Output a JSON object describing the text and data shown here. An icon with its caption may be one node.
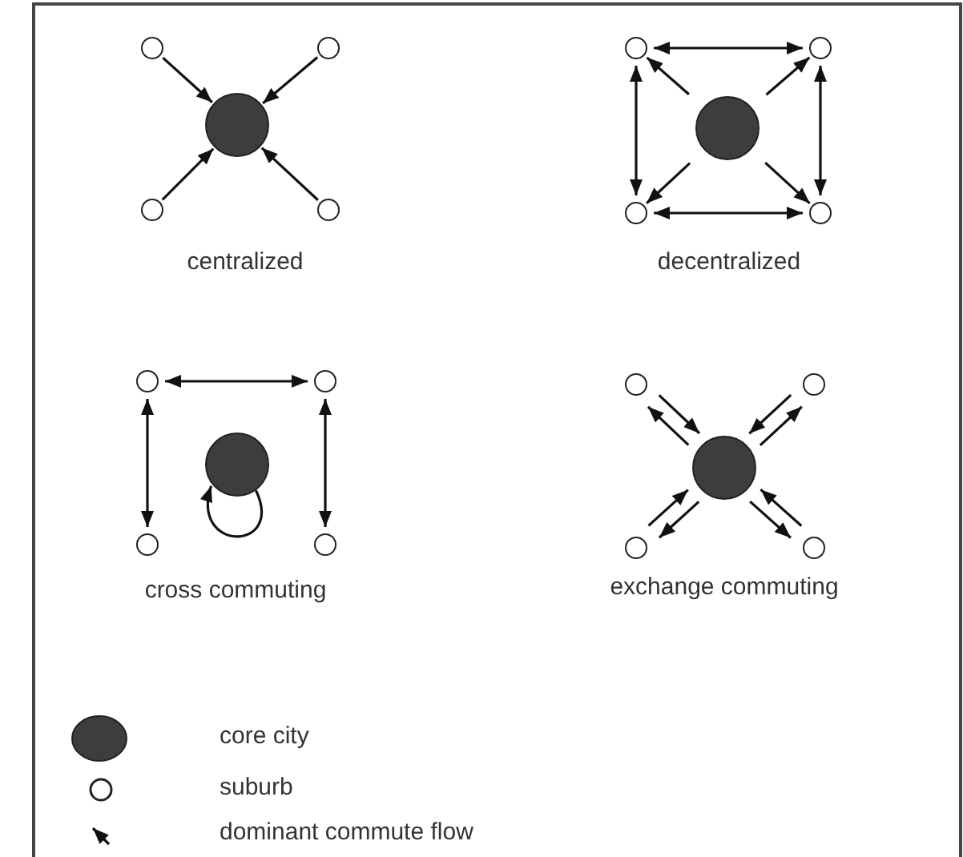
{
  "diagram": {
    "nodes": [
      {
        "text": [],
        "shape": "circle"
      },
      {
        "text": [],
        "shape": "circle"
      },
      {
        "text": [],
        "shape": "circle"
      },
      {
        "text": [],
        "shape": "circle"
      },
      {
        "text": [],
        "shape": "circle"
      },
      {
        "text": [],
        "shape": "circle"
      },
      {
        "text": [],
        "shape": "circle"
      },
      {
        "text": [],
        "shape": "circle"
      },
      {
        "text": [],
        "shape": "circle"
      },
      {
        "text": [],
        "shape": "circle"
      },
      {
        "text": [],
        "shape": "circle"
      },
      {
        "text": [],
        "shape": "circle"
      },
      {
        "text": [],
        "shape": "circle"
      },
      {
        "text": [],
        "shape": "circle"
      },
      {
        "text": [],
        "shape": "circle"
      },
      {
        "text": [],
        "shape": "circle"
      },
      {
        "text": [],
        "shape": "circle"
      },
      {
        "text": [],
        "shape": "circle"
      },
      {
        "text": [],
        "shape": "circle"
      },
      {
        "text": [],
        "shape": "circle"
      }
    ],
    "edges": [
      {
        "from": 0,
        "to": 2,
        "arrow": "to"
      },
      {
        "from": 1,
        "to": 2,
        "arrow": "to"
      },
      {
        "from": 3,
        "to": 2,
        "arrow": "to"
      },
      {
        "from": 4,
        "to": 2,
        "arrow": "to"
      },
      {
        "from": 5,
        "to": 6,
        "arrow": "both"
      },
      {
        "from": 7,
        "to": 5,
        "arrow": "to"
      },
      {
        "from": 7,
        "to": 6,
        "arrow": "to"
      },
      {
        "from": 5,
        "to": 8,
        "arrow": "both"
      },
      {
        "from": 6,
        "to": 9,
        "arrow": "both"
      },
      {
        "from": 7,
        "to": 8,
        "arrow": "to"
      },
      {
        "from": 7,
        "to": 9,
        "arrow": "to"
      },
      {
        "from": 8,
        "to": 9,
        "arrow": "both"
      },
      {
        "from": 10,
        "to": 11,
        "arrow": "both"
      },
      {
        "from": 10,
        "to": 13,
        "arrow": "both"
      },
      {
        "from": 11,
        "to": 14,
        "arrow": "both"
      },
      {
        "from": 12,
        "to": 12,
        "arrow": "to"
      },
      {
        "from": 15,
        "to": 17,
        "arrow": "to"
      },
      {
        "from": 17,
        "to": 15,
        "arrow": "to"
      },
      {
        "from": 16,
        "to": 17,
        "arrow": "to"
      },
      {
        "from": 17,
        "to": 16,
        "arrow": "to"
      },
      {
        "from": 18,
        "to": 17,
        "arrow": "to"
      },
      {
        "from": 17,
        "to": 18,
        "arrow": "to"
      },
      {
        "from": 19,
        "to": 17,
        "arrow": "to"
      },
      {
        "from": 17,
        "to": 19,
        "arrow": "to"
      }
    ],
    "labels": [
      "centralized",
      "decentralized",
      "cross commuting",
      "exchange commuting"
    ],
    "legend": [
      {
        "text": "core city"
      },
      {
        "text": "suburb"
      },
      {
        "text": "dominant commute flow"
      }
    ]
  }
}
